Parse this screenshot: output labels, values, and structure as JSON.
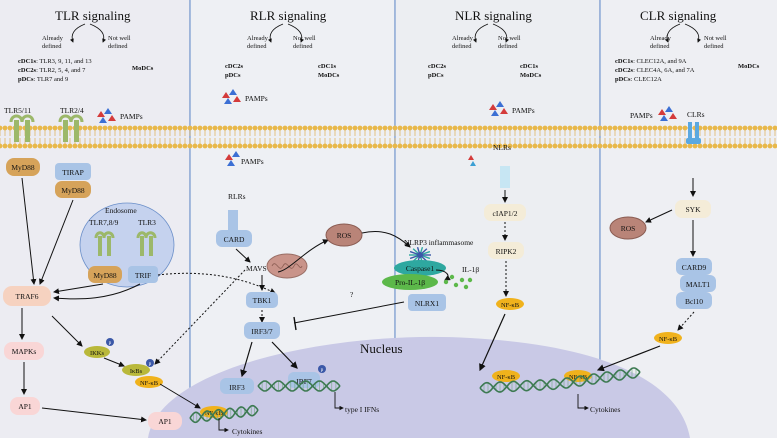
{
  "panels": {
    "tlr": {
      "title": "TLR signaling",
      "already": [
        "Already",
        "defined"
      ],
      "notwell": [
        "Not well",
        "defined"
      ],
      "lines": [
        {
          "cell": "cDC1s",
          "text": ": TLR3, 9, 11, and 13"
        },
        {
          "cell": "cDC2s",
          "text": ": TLR2, 5, 4, and 7"
        },
        {
          "cell": "pDCs",
          "text": ": TLR7 and 9"
        }
      ],
      "other": "MoDCs"
    },
    "rlr": {
      "title": "RLR signaling",
      "already": [
        "Already",
        "defined"
      ],
      "notwell": [
        "Not well",
        "defined"
      ],
      "left": [
        "cDC2s",
        "pDCs"
      ],
      "right": [
        "cDC1s",
        "MoDCs"
      ]
    },
    "nlr": {
      "title": "NLR signaling",
      "already": [
        "Already",
        "defined"
      ],
      "notwell": [
        "Not well",
        "defined"
      ],
      "left": [
        "cDC2s",
        "pDCs"
      ],
      "right": [
        "cDC1s",
        "MoDCs"
      ]
    },
    "clr": {
      "title": "CLR signaling",
      "already": [
        "Already",
        "defined"
      ],
      "notwell": [
        "Not well",
        "defined"
      ],
      "lines": [
        {
          "cell": "cDC1s",
          "text": ": CLEC12A, and 9A"
        },
        {
          "cell": "cDC2s",
          "text": ": CLEC4A, 6A, and 7A"
        },
        {
          "cell": "pDCs",
          "text": ": CLEC12A"
        }
      ],
      "other": "MoDCs"
    }
  },
  "labels": {
    "tlr511": "TLR5/11",
    "tlr24": "TLR2/4",
    "pamps": "PAMPs",
    "myd88": "MyD88",
    "tirap": "TIRAP",
    "endosome": "Endosome",
    "tlr789": "TLR7,8/9",
    "tlr3": "TLR3",
    "trif": "TRIF",
    "traf6": "TRAF6",
    "mapks": "MAPKs",
    "ap1": "AP1",
    "ikks": "IKKs",
    "ikbs": "IκBs",
    "nfkb": "NF-κB",
    "p": "p",
    "rlrs": "RLRs",
    "card": "CARD",
    "mavs": "MAVS",
    "tbk1": "TBK1",
    "irf37": "IRF3/7",
    "irf3": "IRF3",
    "irf7": "IRF7",
    "ros": "ROS",
    "nlrp3": "NLRP3 inflammasome",
    "caspase1": "Caspase1",
    "proil1b": "Pro-IL-1β",
    "il1b": "IL-1β",
    "nlrx1": "NLRX1",
    "question": "?",
    "nlrs": "NLRs",
    "ciap": "cIAP1/2",
    "ripk2": "RIPK2",
    "clrs": "CLRs",
    "syk": "SYK",
    "card9": "CARD9",
    "malt1": "MALT1",
    "bcl10": "Bcl10",
    "nucleus": "Nucleus",
    "cytokines": "Cytokines",
    "type1ifn": "type I IFNs"
  },
  "colors": {
    "panel_bg": "#eaeaf0",
    "divider": "#6b8fc9",
    "nucleus": "#c9c9e6",
    "myd88": "#d6a35a",
    "traf6": "#f6d2c0",
    "ap1": "#f9d6d6",
    "blue_box": "#a9c4e6",
    "nfkb": "#f0b21c",
    "ros": "#b98478",
    "caspase": "#2ea8a0",
    "proil": "#5cb84a",
    "dna": "#3d7a52"
  }
}
